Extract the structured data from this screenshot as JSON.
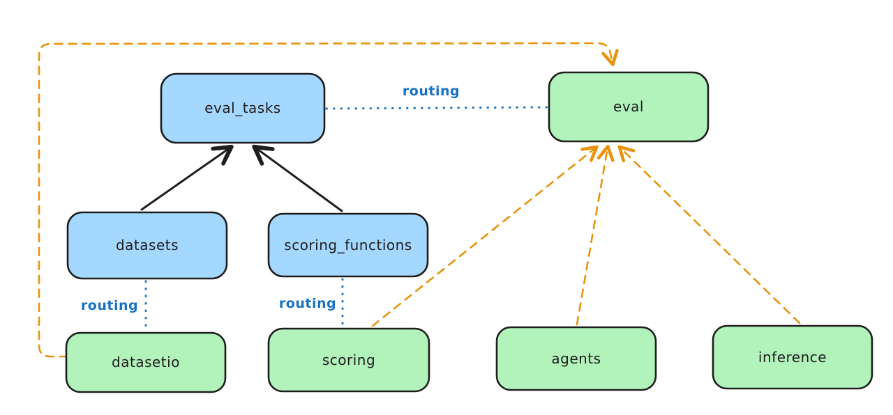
{
  "diagram": {
    "title": "eval routing architecture diagram",
    "background": "#ffffff",
    "colors": {
      "api_fill": "#a5d8ff",
      "provider_fill": "#b2f2bb",
      "node_stroke": "#1e1e1e",
      "routing_blue": "#1971c2",
      "orange_dashed": "#e8930c",
      "black_arrow": "#1e1e1e"
    },
    "nodes": [
      {
        "id": "eval_tasks",
        "label": "eval_tasks",
        "kind": "api",
        "fill": "#a5d8ff"
      },
      {
        "id": "eval",
        "label": "eval",
        "kind": "provider",
        "fill": "#b2f2bb"
      },
      {
        "id": "datasets",
        "label": "datasets",
        "kind": "api",
        "fill": "#a5d8ff"
      },
      {
        "id": "scoring_functions",
        "label": "scoring_functions",
        "kind": "api",
        "fill": "#a5d8ff"
      },
      {
        "id": "datasetio",
        "label": "datasetio",
        "kind": "provider",
        "fill": "#b2f2bb"
      },
      {
        "id": "scoring",
        "label": "scoring",
        "kind": "provider",
        "fill": "#b2f2bb"
      },
      {
        "id": "agents",
        "label": "agents",
        "kind": "provider",
        "fill": "#b2f2bb"
      },
      {
        "id": "inference",
        "label": "inference",
        "kind": "provider",
        "fill": "#b2f2bb"
      }
    ],
    "edge_labels": {
      "routing_eval_tasks_eval": "routing",
      "routing_datasets_datasetio": "routing",
      "routing_scoring_functions_scoring": "routing"
    },
    "edges": [
      {
        "from": "datasets",
        "to": "eval_tasks",
        "style": "solid",
        "color": "#1e1e1e",
        "arrow": true,
        "label": ""
      },
      {
        "from": "scoring_functions",
        "to": "eval_tasks",
        "style": "solid",
        "color": "#1e1e1e",
        "arrow": true,
        "label": ""
      },
      {
        "from": "eval_tasks",
        "to": "eval",
        "style": "dotted",
        "color": "#1971c2",
        "arrow": false,
        "label": "routing"
      },
      {
        "from": "datasets",
        "to": "datasetio",
        "style": "dotted",
        "color": "#1971c2",
        "arrow": false,
        "label": "routing"
      },
      {
        "from": "scoring_functions",
        "to": "scoring",
        "style": "dotted",
        "color": "#1971c2",
        "arrow": false,
        "label": "routing"
      },
      {
        "from": "datasetio",
        "to": "eval",
        "style": "dashed",
        "color": "#e8930c",
        "arrow": true,
        "label": "",
        "route": "around-left-and-top"
      },
      {
        "from": "scoring",
        "to": "eval",
        "style": "dashed",
        "color": "#e8930c",
        "arrow": true,
        "label": ""
      },
      {
        "from": "agents",
        "to": "eval",
        "style": "dashed",
        "color": "#e8930c",
        "arrow": true,
        "label": ""
      },
      {
        "from": "inference",
        "to": "eval",
        "style": "dashed",
        "color": "#e8930c",
        "arrow": true,
        "label": ""
      }
    ]
  }
}
